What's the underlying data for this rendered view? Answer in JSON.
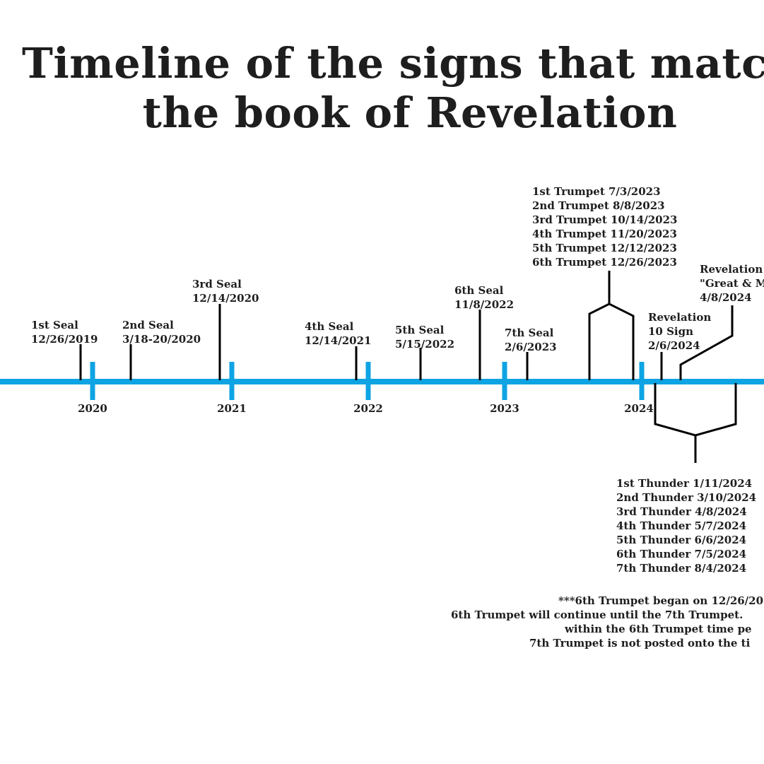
{
  "title": {
    "line1": "Timeline of the signs that match",
    "line2": "the book of Revelation"
  },
  "colors": {
    "axis": "#0ea3e3",
    "marker": "#000000",
    "text": "#1e1e1e"
  },
  "years": [
    "2020",
    "2021",
    "2022",
    "2023",
    "2024"
  ],
  "events": [
    {
      "name": "1st Seal",
      "date": "12/26/2019"
    },
    {
      "name": "2nd Seal",
      "date": "3/18-20/2020"
    },
    {
      "name": "3rd Seal",
      "date": "12/14/2020"
    },
    {
      "name": "4th Seal",
      "date": "12/14/2021"
    },
    {
      "name": "5th Seal",
      "date": "5/15/2022"
    },
    {
      "name": "6th Seal",
      "date": "11/8/2022"
    },
    {
      "name": "7th Seal",
      "date": "2/6/2023"
    }
  ],
  "trumpets": [
    "1st Trumpet 7/3/2023",
    "2nd Trumpet 8/8/2023",
    "3rd Trumpet 10/14/2023",
    "4th Trumpet 11/20/2023",
    "5th Trumpet 12/12/2023",
    "6th Trumpet 12/26/2023"
  ],
  "revelation10": {
    "line1": "Revelation",
    "line2": "10 Sign",
    "line3": "2/6/2024"
  },
  "revelationGM": {
    "line1": "Revelation",
    "line2": "\"Great & M",
    "line3": "4/8/2024"
  },
  "thunders": [
    "1st Thunder 1/11/2024",
    "2nd Thunder 3/10/2024",
    "3rd Thunder 4/8/2024",
    "4th Thunder 5/7/2024",
    "5th Thunder 6/6/2024",
    "6th Thunder 7/5/2024",
    "7th Thunder 8/4/2024"
  ],
  "footnote": [
    "***6th Trumpet began on 12/26/20",
    "6th Trumpet will continue until the 7th Trumpet.",
    "within the 6th Trumpet time pe",
    "7th Trumpet is not posted onto the ti"
  ]
}
